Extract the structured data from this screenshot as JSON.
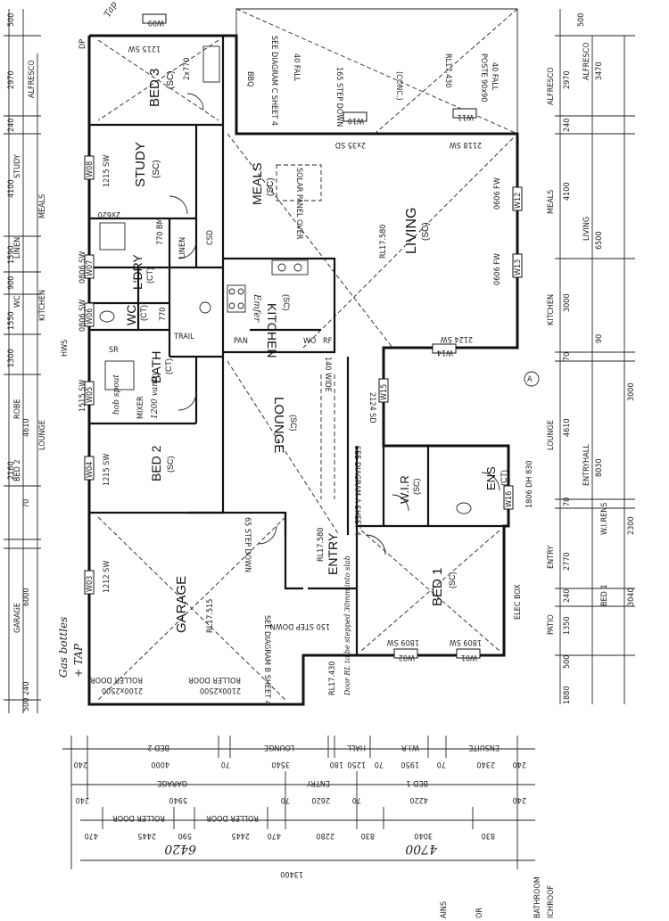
{
  "rooms": {
    "bed3": {
      "name": "BED 3",
      "code": "(SC)",
      "note": "1215 SW",
      "robe": "2x770"
    },
    "study": {
      "name": "STUDY",
      "code": "(SC)",
      "sw": "1215 SW",
      "window": "2x620"
    },
    "meals": {
      "name": "MEALS",
      "code": "(SC)"
    },
    "living": {
      "name": "LIVING",
      "code": "(SC)",
      "rl": "RL17.580"
    },
    "ldry": {
      "name": "L'DRY",
      "code": "(CT)",
      "bm": "770 BM"
    },
    "linen": {
      "name": "LINEN"
    },
    "wc": {
      "name": "WC",
      "code": "(CT)",
      "dim": "770"
    },
    "kitchen": {
      "name": "KITCHEN",
      "code": "(SC)"
    },
    "bath": {
      "name": "BATH",
      "code": "(CT)"
    },
    "lounge": {
      "name": "LOUNGE",
      "code": "(SC)"
    },
    "bed2": {
      "name": "BED 2",
      "code": "(SC)",
      "sw": "1215 SW"
    },
    "garage": {
      "name": "GARAGE",
      "rl": "RL17.515"
    },
    "entry": {
      "name": "ENTRY",
      "rl": "RL17.580"
    },
    "wir": {
      "name": "W.I.R",
      "code": "(SC)"
    },
    "ens": {
      "name": "ENS",
      "code": "(CT)"
    },
    "bed1": {
      "name": "BED 1",
      "code": "(SC)"
    },
    "alfresco": {
      "conc": "(CONC.)",
      "rl": "RL17.430",
      "bbq": "BBQ",
      "poste": "POSTE 90x90",
      "fall": "40 FALL"
    }
  },
  "notes": {
    "diag_c": "SEE DIAGRAM C SHEET 4",
    "fall_40": "40 FALL",
    "step_down_165": "165 STEP DOWN",
    "solar": "SOLAR PANEL OVER",
    "diag_a": "SEE DIAGRAM A SHEET 4",
    "diag_b": "SEE DIAGRAM B SHEET 4",
    "step_65": "65 STEP DOWN",
    "wide_140": "140 WIDE",
    "sd_2124": "2124 SD",
    "sw_2124": "2124 SW",
    "sw_2118": "2118 SW",
    "sd_2x35": "2x35 SD",
    "fw_0606a": "0606 FW",
    "fw_0606b": "0606 FW",
    "sw_1515": "1515 SW",
    "sw_0806a": "0806 SW",
    "sw_0806b": "0806 SW",
    "sw_1212": "1212 SW",
    "sw_1809a": "1809 SW",
    "sw_1809b": "1809 SW",
    "dh_1806": "1806 DH 830",
    "elec_box": "ELEC BOX",
    "roller1": "ROLLER DOOR",
    "roller2": "ROLLER DOOR",
    "rd_size1": "2100x2500",
    "rd_size2": "2100x2500",
    "csd": "CSD",
    "pan": "PAN",
    "wo": "WO",
    "rf": "RF",
    "hws": "HWS",
    "sr": "SR",
    "mixer": "MIXER",
    "trail": "TRAIL",
    "step_down_150": "150 STEP DOWN",
    "rl_17430": "RL17.430",
    "dp": "DP"
  },
  "handwriting": {
    "gas": "Gas bottles",
    "tap": "+ TAP",
    "hob": "hob spout",
    "vanity": "1200 vanity",
    "ew": "Emfer",
    "door": "Door RL to be stepped 30mm into slab",
    "tap_top": "Tap"
  },
  "windows": [
    "W01",
    "W02",
    "W03",
    "W04",
    "W05",
    "W06",
    "W07",
    "W08",
    "W09",
    "W10",
    "W11",
    "W12",
    "W13",
    "W14",
    "W15",
    "W16"
  ],
  "dim_left": {
    "r1": [
      "500",
      "2970",
      "240",
      "4100",
      "1590",
      "900",
      "1550",
      "1300",
      "4610",
      "2160",
      "70",
      "6000",
      "500 240"
    ],
    "r2": [
      "ALFRESCO",
      "STUDY",
      "LINEN",
      "WC",
      "ROBE",
      "BED 2",
      "GARAGE"
    ],
    "r3": [
      "MEALS",
      "KITCHEN",
      "LOUNGE"
    ]
  },
  "dim_right": {
    "r1": [
      "500",
      "2970",
      "240",
      "4100",
      "3000",
      "70",
      "4610",
      "70",
      "2770",
      "240",
      "1350",
      "500"
    ],
    "r2": [
      "ALFRESCO",
      "MEALS",
      "KITCHEN",
      "LOUNGE",
      "ENTRY",
      "PATIO"
    ],
    "r3": [
      "ALFRESCO",
      "LIVING",
      "ENTRYHALL",
      "W.I.RENS",
      "BED 1"
    ],
    "r4": [
      "3470",
      "6500",
      "90",
      "3000",
      "8030",
      "2300",
      "3040",
      "1880"
    ]
  },
  "dim_bottom": {
    "r1": [
      "BED 2",
      "LOUNGE",
      "HALL",
      "W.I.R",
      "ENSUITE"
    ],
    "r1v": [
      "240",
      "4000",
      "70",
      "3540",
      "180",
      "1250",
      "70",
      "1950",
      "70",
      "2340",
      "240"
    ],
    "r2": [
      "GARAGE",
      "ENTRY",
      "BED 1"
    ],
    "r2v": [
      "240",
      "5940",
      "70",
      "2620",
      "70",
      "4220",
      "240"
    ],
    "r3": [
      "ROLLER DOOR",
      "ROLLER DOOR"
    ],
    "r3v": [
      "470",
      "2445",
      "590",
      "2445",
      "470",
      "2280",
      "830",
      "3040",
      "830"
    ],
    "hand1": "6420",
    "hand2": "4700",
    "total": "13400"
  },
  "margin_right": [
    "BATHROOM",
    "ICHROOF"
  ],
  "margin_bottom": [
    "AINS",
    "OR"
  ]
}
